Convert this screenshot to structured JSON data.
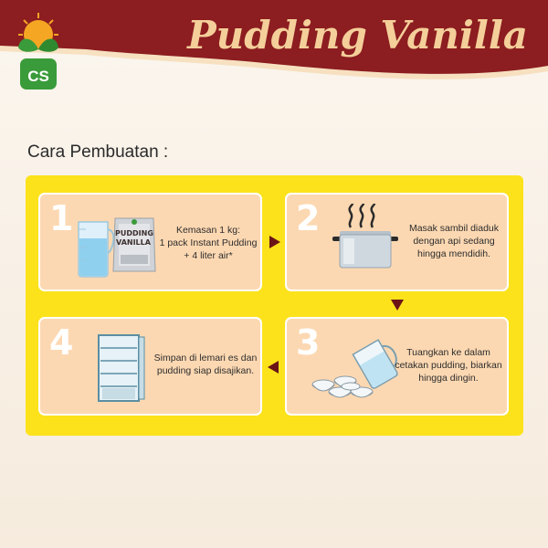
{
  "header": {
    "title": "Pudding Vanilla",
    "logo_text": "CS",
    "colors": {
      "banner": "#8c1d20",
      "title": "#f4cf9a",
      "logo_green": "#3a9b3a",
      "logo_orange": "#f5a623"
    }
  },
  "section": {
    "heading": "Cara Pembuatan :"
  },
  "steps": [
    {
      "number": "1",
      "icon": "measuring-jug-and-pack-icon",
      "package_text": "PUDDING VANILLA",
      "lines": [
        "Kemasan 1 kg:",
        "1 pack Instant Pudding",
        "+ 4 liter air*"
      ]
    },
    {
      "number": "2",
      "icon": "steaming-pot-icon",
      "lines": [
        "Masak sambil diaduk",
        "dengan api sedang",
        "hingga mendidih."
      ]
    },
    {
      "number": "3",
      "icon": "pitcher-and-cups-icon",
      "lines": [
        "Tuangkan ke dalam",
        "cetakan pudding, biarkan",
        "hingga dingin."
      ]
    },
    {
      "number": "4",
      "icon": "refrigerator-icon",
      "lines": [
        "Simpan di lemari es dan",
        "pudding siap disajikan."
      ]
    }
  ],
  "colors": {
    "panel": "#fce21b",
    "card": "#fcd8b2",
    "arrow": "#6b1416"
  }
}
